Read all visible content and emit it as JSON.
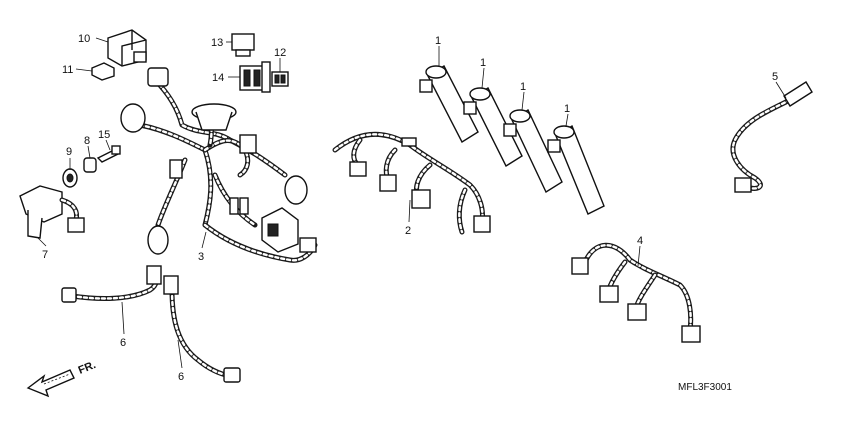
{
  "diagram": {
    "part_code": "MFL3F3001",
    "direction_label": "FR.",
    "callouts": [
      {
        "id": "c10",
        "text": "10"
      },
      {
        "id": "c11",
        "text": "11"
      },
      {
        "id": "c13",
        "text": "13"
      },
      {
        "id": "c12",
        "text": "12"
      },
      {
        "id": "c14",
        "text": "14"
      },
      {
        "id": "c9",
        "text": "9"
      },
      {
        "id": "c8",
        "text": "8"
      },
      {
        "id": "c15",
        "text": "15"
      },
      {
        "id": "c7",
        "text": "7"
      },
      {
        "id": "c3",
        "text": "3"
      },
      {
        "id": "c6a",
        "text": "6"
      },
      {
        "id": "c6b",
        "text": "6"
      },
      {
        "id": "c1a",
        "text": "1"
      },
      {
        "id": "c1b",
        "text": "1"
      },
      {
        "id": "c1c",
        "text": "1"
      },
      {
        "id": "c1d",
        "text": "1"
      },
      {
        "id": "c2",
        "text": "2"
      },
      {
        "id": "c4",
        "text": "4"
      },
      {
        "id": "c5",
        "text": "5"
      }
    ]
  }
}
